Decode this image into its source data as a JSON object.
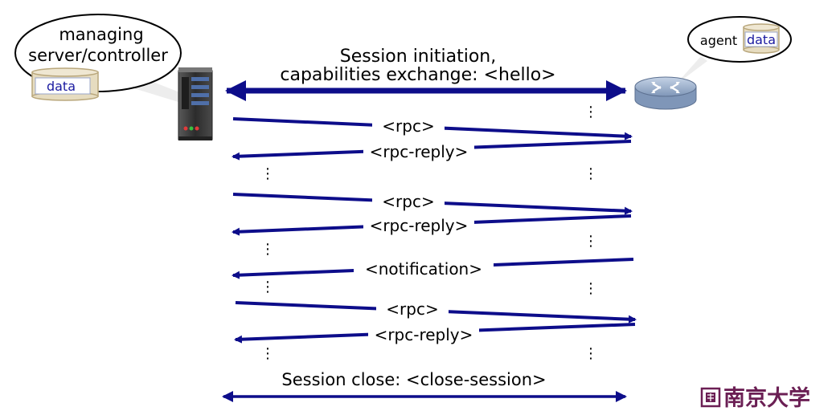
{
  "manager": {
    "bubble_line1": "managing",
    "bubble_line2": "server/controller",
    "db_label": "data"
  },
  "agent": {
    "label": "agent",
    "db_label": "data"
  },
  "messages": {
    "hello_line1": "Session initiation,",
    "hello_line2": "capabilities exchange: <hello>",
    "rpc_1": "<rpc>",
    "rpc_reply_1": "<rpc-reply>",
    "rpc_2": "<rpc>",
    "rpc_reply_2": "<rpc-reply>",
    "notification": "<notification>",
    "rpc_3": "<rpc>",
    "rpc_reply_3": "<rpc-reply>",
    "close": "Session close:  <close-session>"
  },
  "logo": {
    "text": "南京大学"
  },
  "colors": {
    "arrow": "#0d0d8a",
    "db_fill": "#e6dcc0",
    "db_label": "#1a1aa0",
    "router": "#8fa6c7",
    "server_body": "#3a3a3a",
    "logo": "#6b1f54"
  }
}
